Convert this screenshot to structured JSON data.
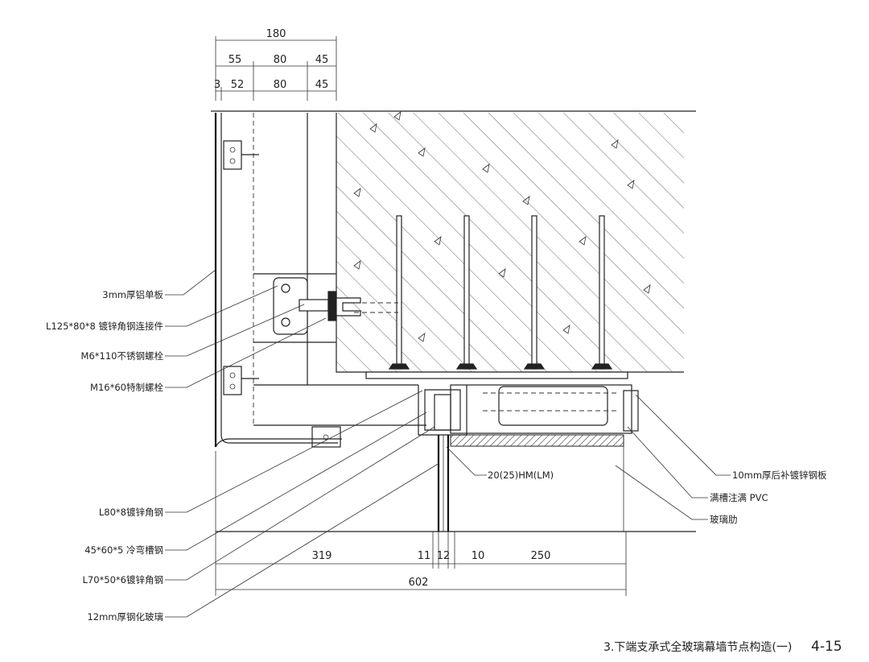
{
  "top_dimensions": {
    "total": "180",
    "row1": [
      "55",
      "80",
      "45"
    ],
    "row2": [
      "3",
      "52",
      "80",
      "45"
    ]
  },
  "bottom_dimensions": {
    "row1": [
      "319",
      "11",
      "12",
      "10",
      "250"
    ],
    "total": "602"
  },
  "left_labels": [
    "3mm厚铝单板",
    "L125*80*8 镀锌角钢连接件",
    "M6*110不锈钢螺栓",
    "M16*60特制螺栓",
    "L80*8镀锌角钢",
    "45*60*5 冷弯槽钢",
    "L70*50*6镀锌角钢",
    "12mm厚钢化玻璃"
  ],
  "right_labels": [
    "10mm厚后补镀锌钢板",
    "满槽注满 PVC",
    "玻璃肋"
  ],
  "center_label": "20(25)HM(LM)",
  "caption": {
    "title": "3.下端支承式全玻璃幕墙节点构造(一)",
    "page": "4-15"
  }
}
